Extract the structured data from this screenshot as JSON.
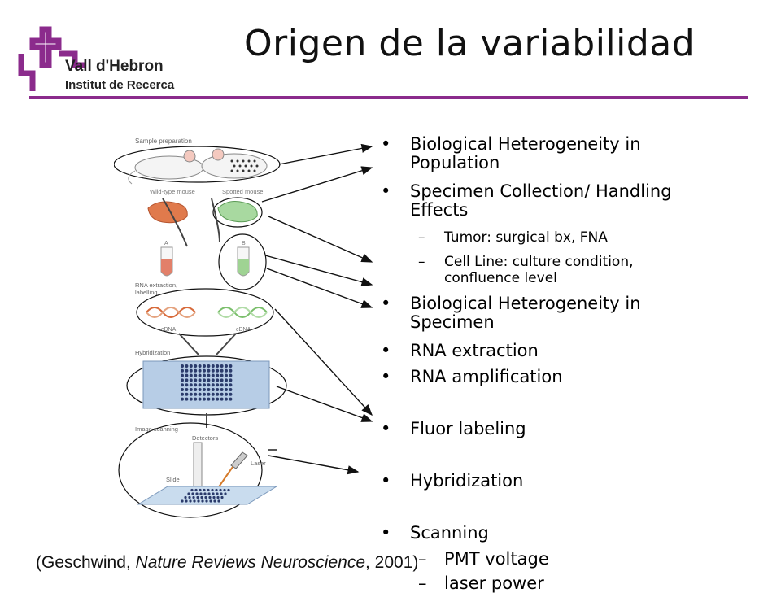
{
  "logo": {
    "line1": "Vall d'Hebron",
    "line2": "Institut de Recerca",
    "color": "#8b2b8c"
  },
  "title": "Origen de la variabilidad",
  "accent_color": "#8b2b8c",
  "figure": {
    "labels": {
      "sample_preparation": "Sample preparation",
      "wild_type": "Wild-type mouse",
      "spotted": "Spotted mouse",
      "tube_a": "A",
      "tube_b": "B",
      "rna_extraction_1": "RNA extraction,",
      "rna_extraction_2": "labelling",
      "cdna_1": "cDNA",
      "cdna_2": "cDNA",
      "hybridization": "Hybridization",
      "image_scanning": "Image scanning",
      "detectors": "Detectors",
      "laser": "Laser",
      "slide": "Slide"
    }
  },
  "bullets": [
    {
      "text": "Biological Heterogeneity in",
      "cont": "Population"
    },
    {
      "text": "Specimen Collection/ Handling",
      "cont": "Effects"
    },
    {
      "sub": true,
      "text": "Tumor: surgical bx, FNA"
    },
    {
      "sub": true,
      "text": "Cell Line: culture condition,",
      "cont": "confluence level"
    },
    {
      "text": "Biological Heterogeneity in",
      "cont": "Specimen"
    },
    {
      "text": "RNA extraction"
    },
    {
      "text": "RNA amplification"
    },
    {
      "text": "Fluor labeling"
    },
    {
      "text": "Hybridization"
    },
    {
      "text": "Scanning"
    },
    {
      "sub": true,
      "text": "PMT voltage"
    },
    {
      "sub": true,
      "text": "laser power"
    }
  ],
  "bullet_glyph": "•",
  "dash_glyph": "–",
  "citation": {
    "pre": "(Geschwind, ",
    "journal": "Nature Reviews Neuroscience",
    "post": ", 2001)"
  }
}
